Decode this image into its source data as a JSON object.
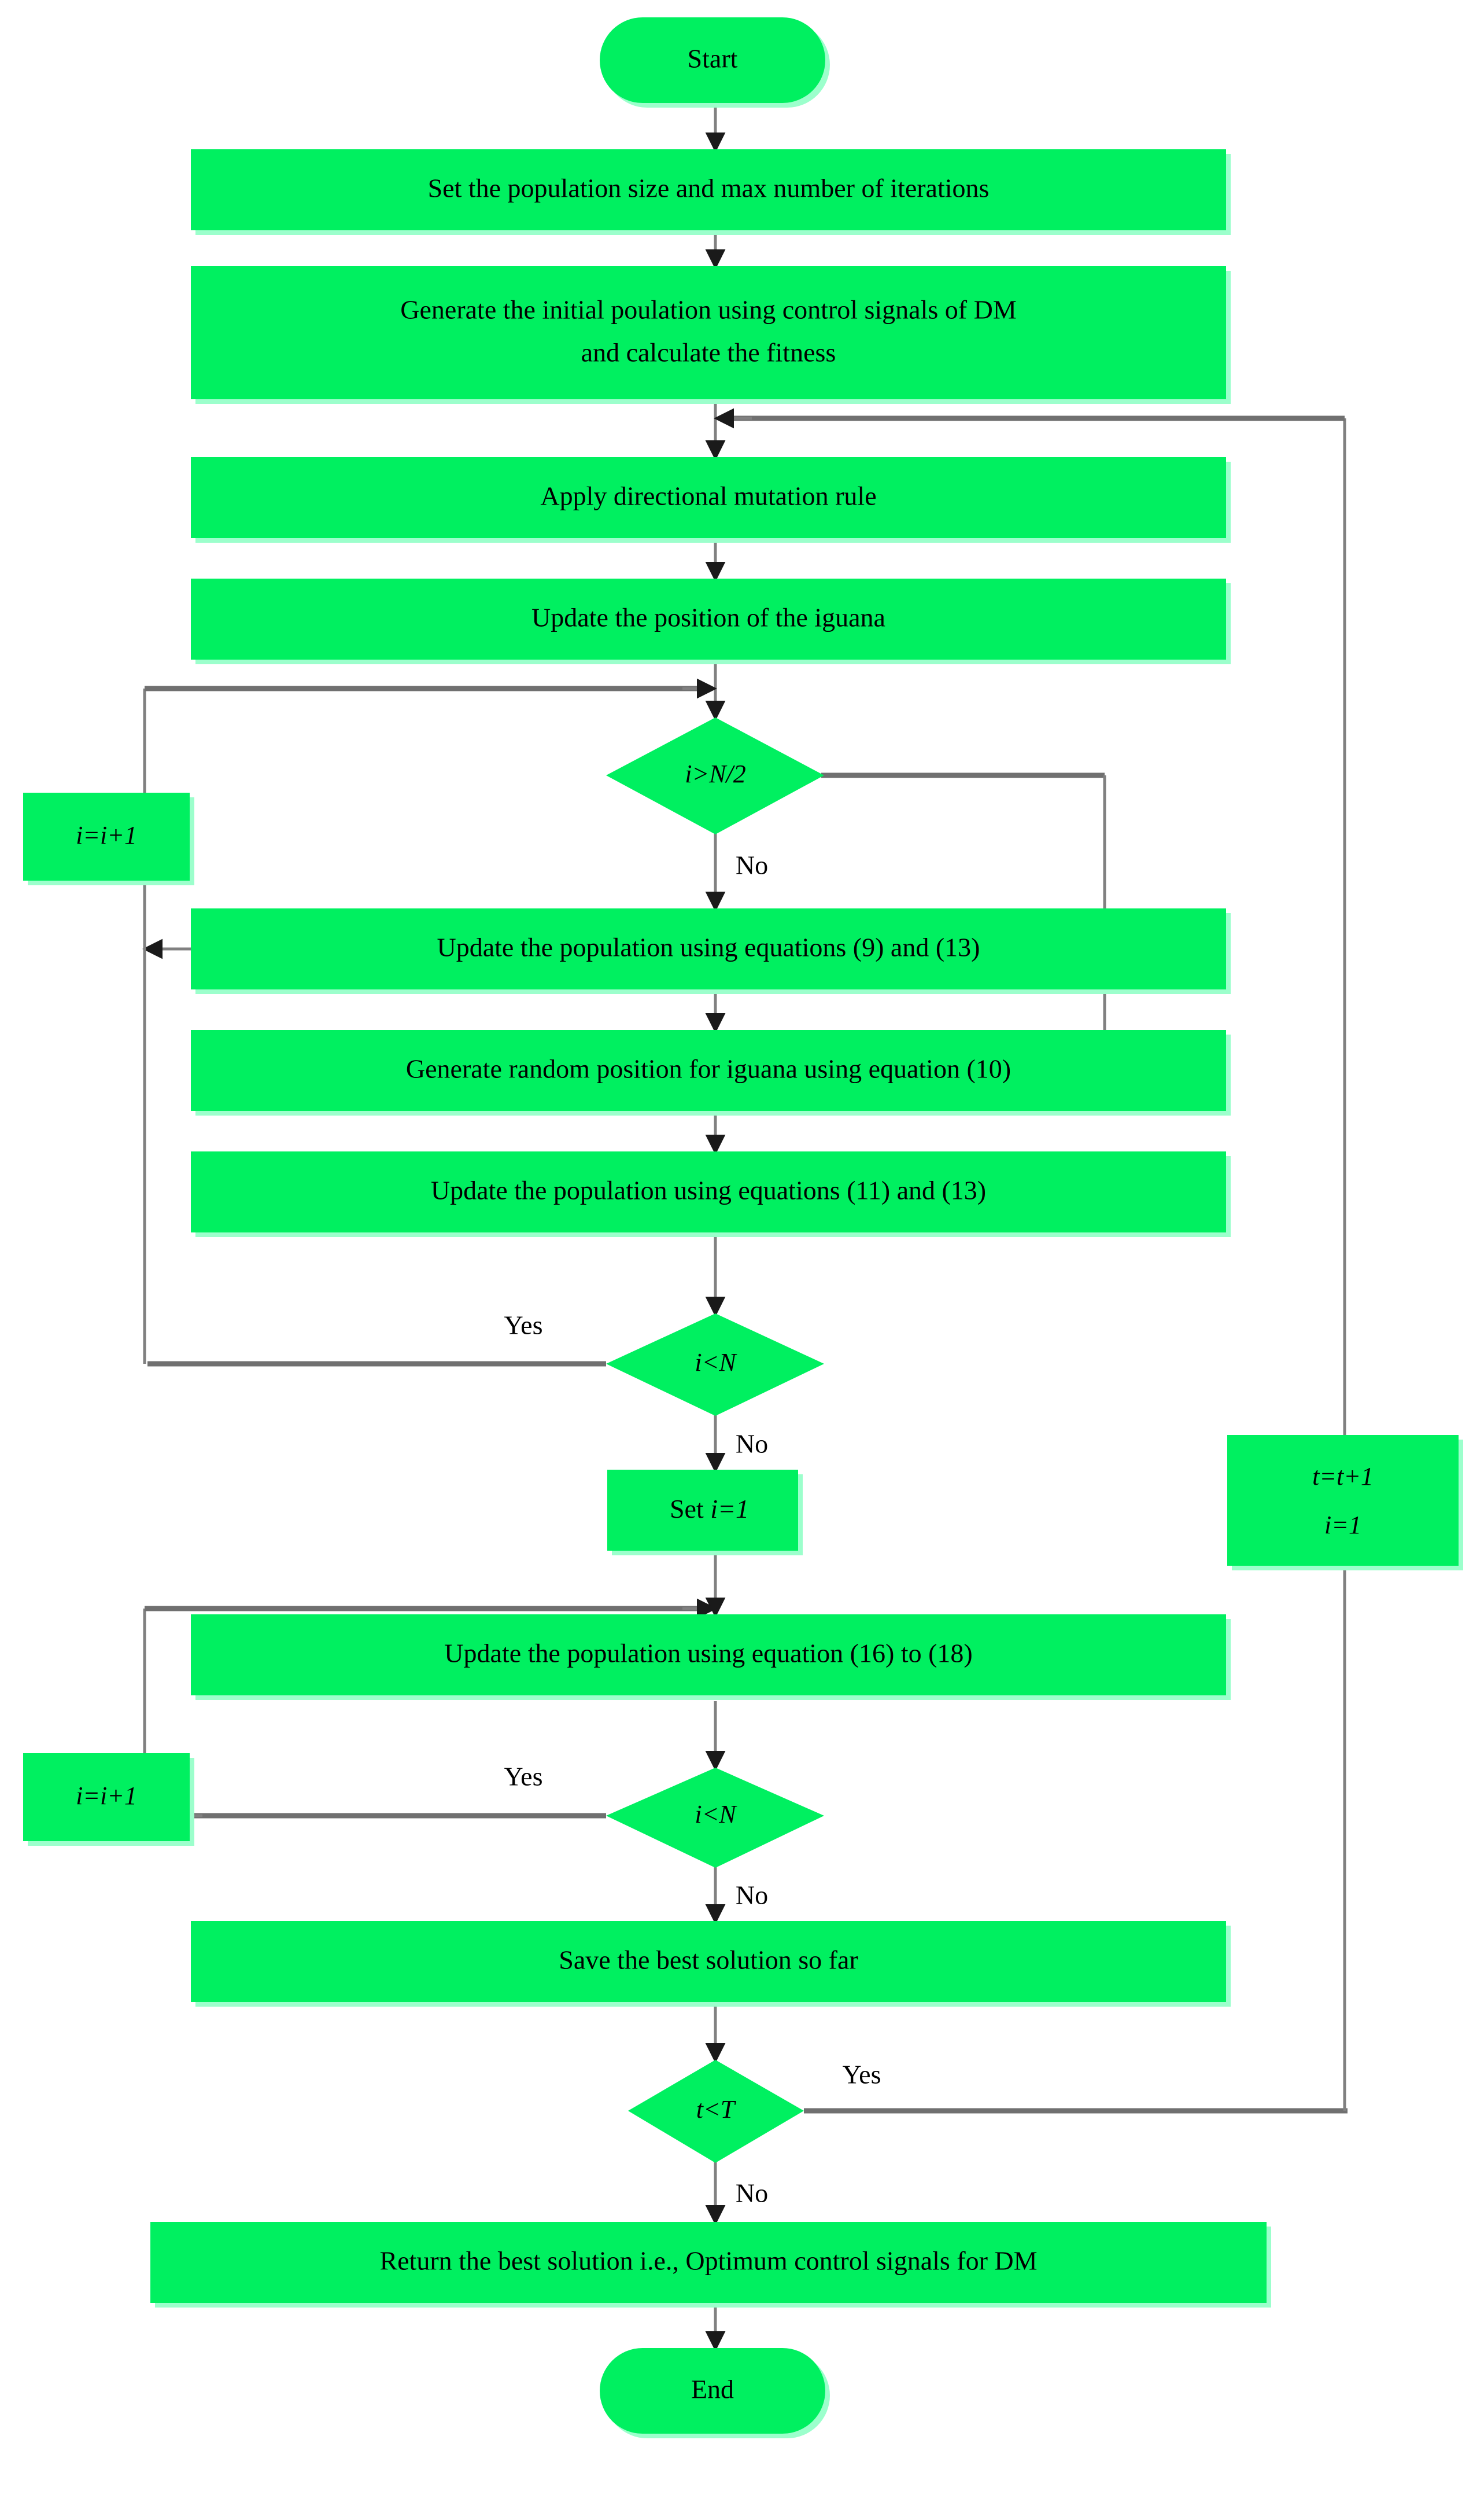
{
  "diagram": {
    "title": "Optimization algorithm flowchart for DM control signals",
    "colors": {
      "node_fill": "#00F060",
      "node_shadow": "#9CFFCC",
      "edge": "#808080",
      "text": "#000000",
      "background": "#FFFFFF"
    },
    "nodes": [
      {
        "id": "start",
        "shape": "terminator",
        "label": "Start"
      },
      {
        "id": "set_pop",
        "shape": "process",
        "label": "Set the population size and max number of iterations"
      },
      {
        "id": "gen_init",
        "shape": "process",
        "label_line1": "Generate the initial poulation using control signals of DM",
        "label_line2": "and calculate the fitness"
      },
      {
        "id": "apply_mut",
        "shape": "process",
        "label": "Apply directional mutation rule"
      },
      {
        "id": "update_ig",
        "shape": "process",
        "label": "Update the position of the iguana"
      },
      {
        "id": "dec_half",
        "shape": "decision",
        "label": "i>N/2"
      },
      {
        "id": "inc_i_1",
        "shape": "process",
        "label": "i=i+1"
      },
      {
        "id": "upd_9_13",
        "shape": "process",
        "label": "Update the population using equations (9) and (13)"
      },
      {
        "id": "gen_rand_10",
        "shape": "process",
        "label": "Generate random position for iguana using equation (10)"
      },
      {
        "id": "upd_11_13",
        "shape": "process",
        "label": "Update the population using equations (11) and (13)"
      },
      {
        "id": "dec_iltn_1",
        "shape": "decision",
        "label": "i<N"
      },
      {
        "id": "set_i_1",
        "shape": "process",
        "label_prefix": "Set ",
        "label_italic": "i=1"
      },
      {
        "id": "t_inc",
        "shape": "process",
        "label_line1": "t=t+1",
        "label_line2": "i=1"
      },
      {
        "id": "upd_16_18",
        "shape": "process",
        "label": "Update the population using equation (16) to (18)"
      },
      {
        "id": "dec_iltn_2",
        "shape": "decision",
        "label": "i<N"
      },
      {
        "id": "inc_i_2",
        "shape": "process",
        "label": "i=i+1"
      },
      {
        "id": "save_best",
        "shape": "process",
        "label": "Save the best solution so far"
      },
      {
        "id": "dec_tltt",
        "shape": "decision",
        "label": "t<T"
      },
      {
        "id": "return_best",
        "shape": "process",
        "label": "Return the best solution i.e., Optimum control signals for DM"
      },
      {
        "id": "end",
        "shape": "terminator",
        "label": "End"
      }
    ],
    "edge_labels": {
      "dec_half_no": "No",
      "dec_iltn_1_yes": "Yes",
      "dec_iltn_1_no": "No",
      "dec_iltn_2_yes": "Yes",
      "dec_iltn_2_no": "No",
      "dec_tltt_yes": "Yes",
      "dec_tltt_no": "No"
    }
  }
}
